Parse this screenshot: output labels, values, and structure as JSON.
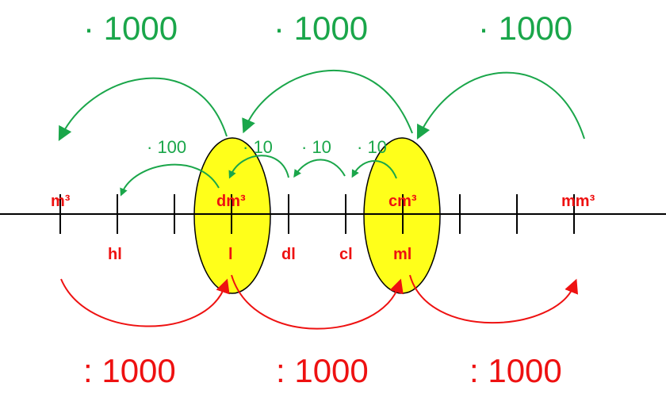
{
  "colors": {
    "green": "#1aa64a",
    "red": "#ee1111",
    "yellow": "#ffff1a",
    "line": "#000000"
  },
  "multiply_labels": [
    "· 1000",
    "· 1000",
    "· 1000"
  ],
  "divide_labels": [
    ": 1000",
    ": 1000",
    ": 1000"
  ],
  "small_factors": [
    "· 100",
    "· 10",
    "· 10",
    "· 10"
  ],
  "units_top": [
    "m³",
    "dm³",
    "cm³",
    "mm³"
  ],
  "units_bottom": [
    "hl",
    "l",
    "dl",
    "cl",
    "ml"
  ]
}
